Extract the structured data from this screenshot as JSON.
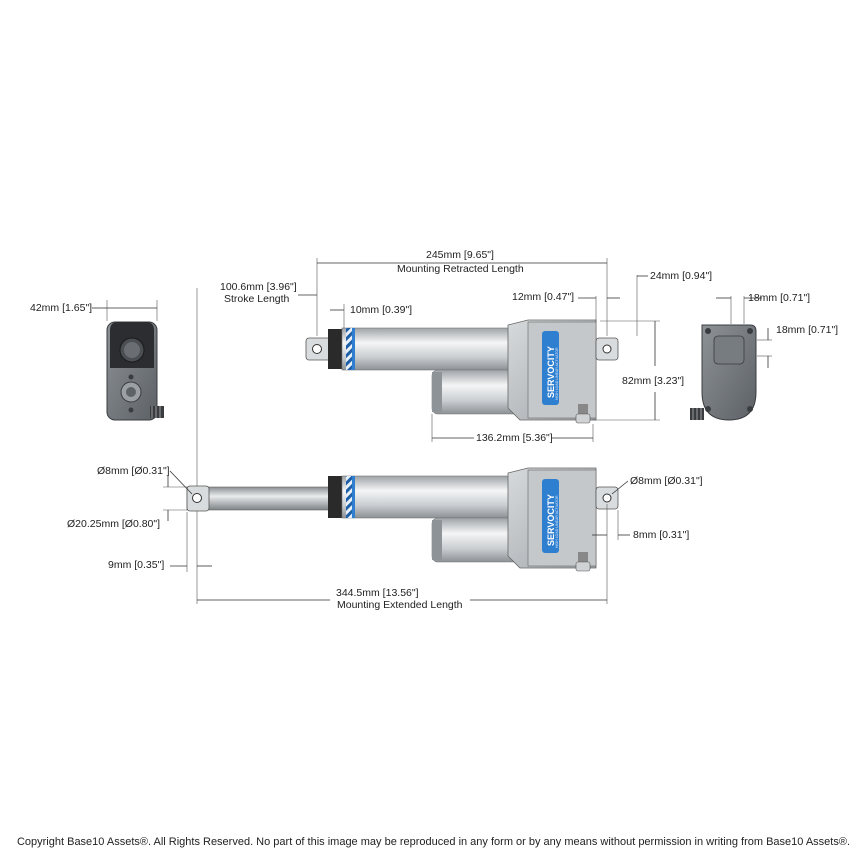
{
  "dimensions": {
    "retracted_length": {
      "value": "245mm [9.65\"]",
      "caption": "Mounting Retracted Length"
    },
    "stroke_length": {
      "value": "100.6mm [3.96\"]",
      "caption": "Stroke Length"
    },
    "offset_10mm": "10mm [0.39\"]",
    "offset_12mm": "12mm [0.47\"]",
    "offset_24mm": "24mm [0.94\"]",
    "height_82mm": "82mm [3.23\"]",
    "motor_length": "136.2mm [5.36\"]",
    "width_42mm": "42mm [1.65\"]",
    "end_view_18mm_h": "18mm [0.71\"]",
    "end_view_18mm_v": "18mm [0.71\"]",
    "rod_hole_dia": "Ø8mm [Ø0.31\"]",
    "rod_dia": "Ø20.25mm [Ø0.80\"]",
    "rod_end_offset": "9mm [0.35\"]",
    "rear_hole_dia": "Ø8mm [Ø0.31\"]",
    "rear_offset": "8mm [0.31\"]",
    "extended_length": {
      "value": "344.5mm [13.56\"]",
      "caption": "Mounting Extended Length"
    }
  },
  "brand": {
    "name": "SERVOCITY",
    "tagline": "HIGH LOAD LINEAR ACTUATOR"
  },
  "copyright": "Copyright Base10 Assets®.  All Rights Reserved. No part of this image may be reproduced in any form or by any means without permission in writing from Base10 Assets®.",
  "colors": {
    "body": "#cfd3d6",
    "housing": "#bfc3c6",
    "accent_blue": "#2f7fd1",
    "dark": "#2a2a2a"
  }
}
